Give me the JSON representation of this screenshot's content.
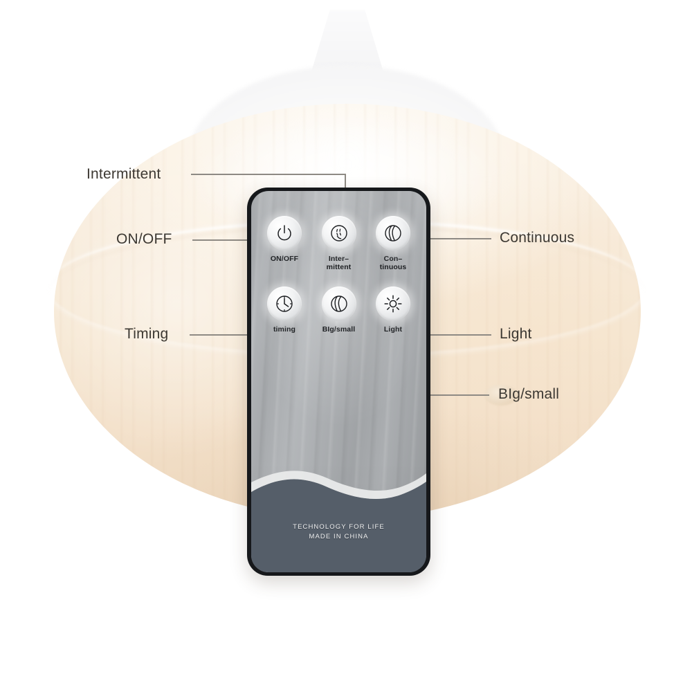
{
  "product": {
    "name": "ultrasonic-aroma-diffuser",
    "body_color": "#f6e7d2",
    "cap_color": "#fafafa"
  },
  "remote": {
    "name": "six-button-infrared-remote",
    "body_color": "#16181b",
    "face_color": "#a9acaf",
    "wave_color": "#555e69",
    "brand_line_1": "TECHNOLOGY FOR LIFE",
    "brand_line_2": "MADE IN CHINA",
    "buttons": [
      {
        "id": "on-off",
        "label": "ON/OFF",
        "icon": "power-icon"
      },
      {
        "id": "intermittent",
        "label": "Inter–",
        "label2": "mittent",
        "icon": "intermittent-mist-icon"
      },
      {
        "id": "continuous",
        "label": "Con–",
        "label2": "tinuous",
        "icon": "continuous-mist-icon"
      },
      {
        "id": "timing",
        "label": "timing",
        "icon": "clock-icon"
      },
      {
        "id": "big-small",
        "label": "BIg/small",
        "icon": "mist-volume-icon"
      },
      {
        "id": "light",
        "label": "Light",
        "icon": "sun-icon"
      }
    ]
  },
  "callouts": [
    {
      "id": "intermittent",
      "text": "Intermittent",
      "side": "left"
    },
    {
      "id": "on-off",
      "text": "ON/OFF",
      "side": "left"
    },
    {
      "id": "timing",
      "text": "Timing",
      "side": "left"
    },
    {
      "id": "continuous",
      "text": "Continuous",
      "side": "right"
    },
    {
      "id": "light",
      "text": "Light",
      "side": "right"
    },
    {
      "id": "big-small",
      "text": "BIg/small",
      "side": "right"
    }
  ]
}
